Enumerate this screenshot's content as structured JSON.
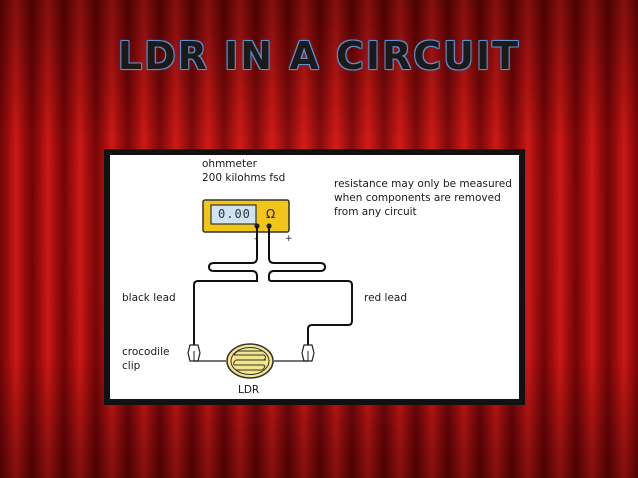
{
  "slide": {
    "title": "LDR IN A CIRCUIT"
  },
  "meter": {
    "label_line1": "ohmmeter",
    "label_line2": "200 kilohms fsd",
    "display": "0.00",
    "unit_symbol": "Ω",
    "minus": "-",
    "plus": "+"
  },
  "note": {
    "line1": "resistance may only be measured",
    "line2": "when components are removed",
    "line3": "from any circuit"
  },
  "labels": {
    "black_lead": "black lead",
    "red_lead": "red lead",
    "crocodile_line1": "crocodile",
    "crocodile_line2": "clip",
    "ldr": "LDR"
  },
  "colors": {
    "background": "#9c0b0b",
    "meter_body": "#f2c618",
    "ldr_body": "#f3e68a",
    "title_outline": "#4a7fc0"
  }
}
